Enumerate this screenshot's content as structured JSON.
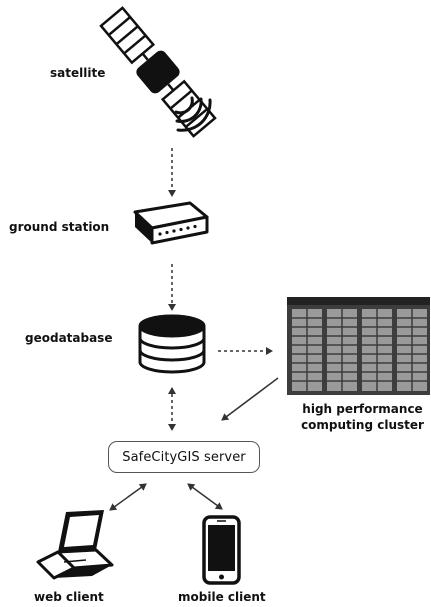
{
  "labels": {
    "satellite": "satellite",
    "ground_station": "ground station",
    "geodatabase": "geodatabase",
    "hpc_line1": "high performance",
    "hpc_line2": "computing cluster",
    "server": "SafeCityGIS server",
    "web_client": "web client",
    "mobile_client": "mobile client"
  },
  "icons": {
    "satellite": "satellite-icon",
    "ground_station": "router-icon",
    "geodatabase": "database-icon",
    "hpc": "server-rack-icon",
    "web_client": "laptop-icon",
    "mobile_client": "smartphone-icon"
  },
  "colors": {
    "ink": "#111111",
    "rack": "#555555",
    "arrow": "#333333"
  }
}
